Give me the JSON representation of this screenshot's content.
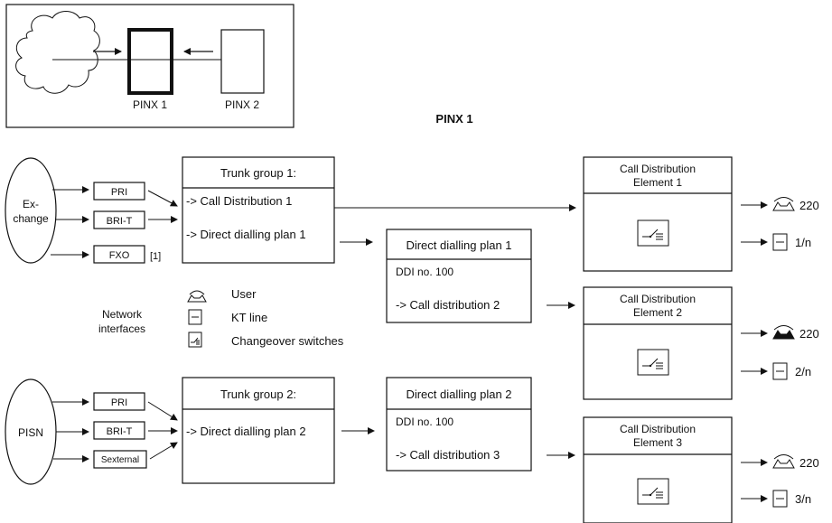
{
  "inset": {
    "pinx1_label": "PINX 1",
    "pinx2_label": "PINX 2"
  },
  "heading": "PINX 1",
  "exchange": {
    "label_line1": "Ex-",
    "label_line2": "change",
    "interfaces": [
      "PRI",
      "BRI-T",
      "FXO"
    ],
    "footnote": "[1]"
  },
  "pisn": {
    "label": "PISN",
    "interfaces": [
      "PRI",
      "BRI-T",
      "Sexternal"
    ]
  },
  "trunk_group_1": {
    "title": "Trunk group 1:",
    "line1": "-> Call Distribution 1",
    "line2": "-> Direct dialling plan 1"
  },
  "trunk_group_2": {
    "title": "Trunk group 2:",
    "line1": "-> Direct dialling plan 2"
  },
  "ddp1": {
    "title": "Direct dialling plan 1",
    "ddi": "DDI no. 100",
    "target": "-> Call distribution 2"
  },
  "ddp2": {
    "title": "Direct dialling plan 2",
    "ddi": "DDI no. 100",
    "target": "-> Call distribution 3"
  },
  "cde1": {
    "title_line1": "Call Distribution",
    "title_line2": "Element 1",
    "user": "220",
    "kt": "1/n"
  },
  "cde2": {
    "title_line1": "Call Distribution",
    "title_line2": "Element 2",
    "user": "220",
    "kt": "2/n"
  },
  "cde3": {
    "title_line1": "Call Distribution",
    "title_line2": "Element 3",
    "user": "220",
    "kt": "3/n"
  },
  "network_label_line1": "Network",
  "network_label_line2": "interfaces",
  "legend": {
    "user": "User",
    "kt_line": "KT line",
    "changeover": "Changeover switches"
  },
  "icons": {
    "user": "telephone-icon",
    "kt_line": "kt-line-icon",
    "changeover": "changeover-switch-icon",
    "cloud": "cloud-icon"
  }
}
